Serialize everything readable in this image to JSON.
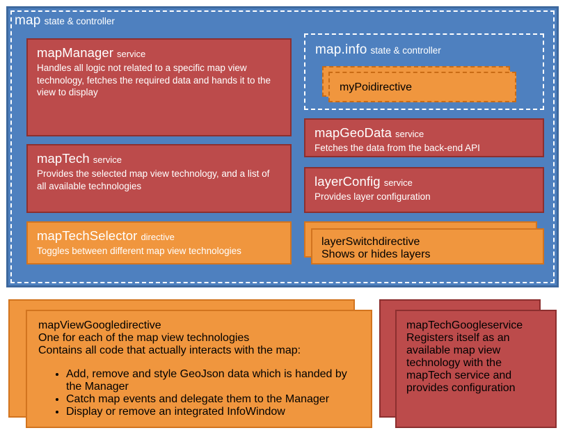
{
  "diagram": {
    "colors": {
      "module_blue": "#4E80BF",
      "module_blue_border": "#3D689E",
      "service_red": "#BC4B4B",
      "service_red_border": "#8C2F2F",
      "directive_orange": "#F0963E",
      "directive_orange_border": "#D2741F",
      "text_white": "#FFFFFF",
      "page_background": "#FFFFFF"
    },
    "map_module": {
      "name": "map",
      "kind": "state & controller",
      "info_module": {
        "name": "map.info",
        "kind": "state & controller",
        "my_poi": {
          "name": "myPoi",
          "kind": "directive",
          "description": ""
        }
      },
      "cards": {
        "map_manager": {
          "name": "mapManager",
          "kind": "service",
          "description": "Handles all logic not related to a specific map view technology, fetches the required data and hands it to the view to display"
        },
        "map_tech": {
          "name": "mapTech",
          "kind": "service",
          "description": "Provides the selected map view technology, and a list of all available technologies"
        },
        "map_tech_selector": {
          "name": "mapTechSelector",
          "kind": "directive",
          "description": "Toggles between different map view technologies"
        },
        "map_geo_data": {
          "name": "mapGeoData",
          "kind": "service",
          "description": "Fetches the data from the back-end API"
        },
        "layer_config": {
          "name": "layerConfig",
          "kind": "service",
          "description": "Provides layer configuration"
        },
        "layer_switch": {
          "name": "layerSwitch",
          "kind": "directive",
          "description": "Shows or hides layers"
        }
      }
    },
    "bottom_row": {
      "map_view_google": {
        "name": "mapViewGoogle",
        "kind": "directive",
        "description": "One for each of the map view technologies",
        "subheading": "Contains all code that actually interacts with the map:",
        "bullets": [
          "Add, remove and style GeoJson data which is handed by the Manager",
          "Catch map events and delegate them to the Manager",
          "Display or remove an integrated InfoWindow"
        ]
      },
      "map_tech_google": {
        "name": "mapTechGoogle",
        "kind": "service",
        "description": "Registers itself as an available map view technology with the mapTech service and provides configuration"
      }
    }
  }
}
